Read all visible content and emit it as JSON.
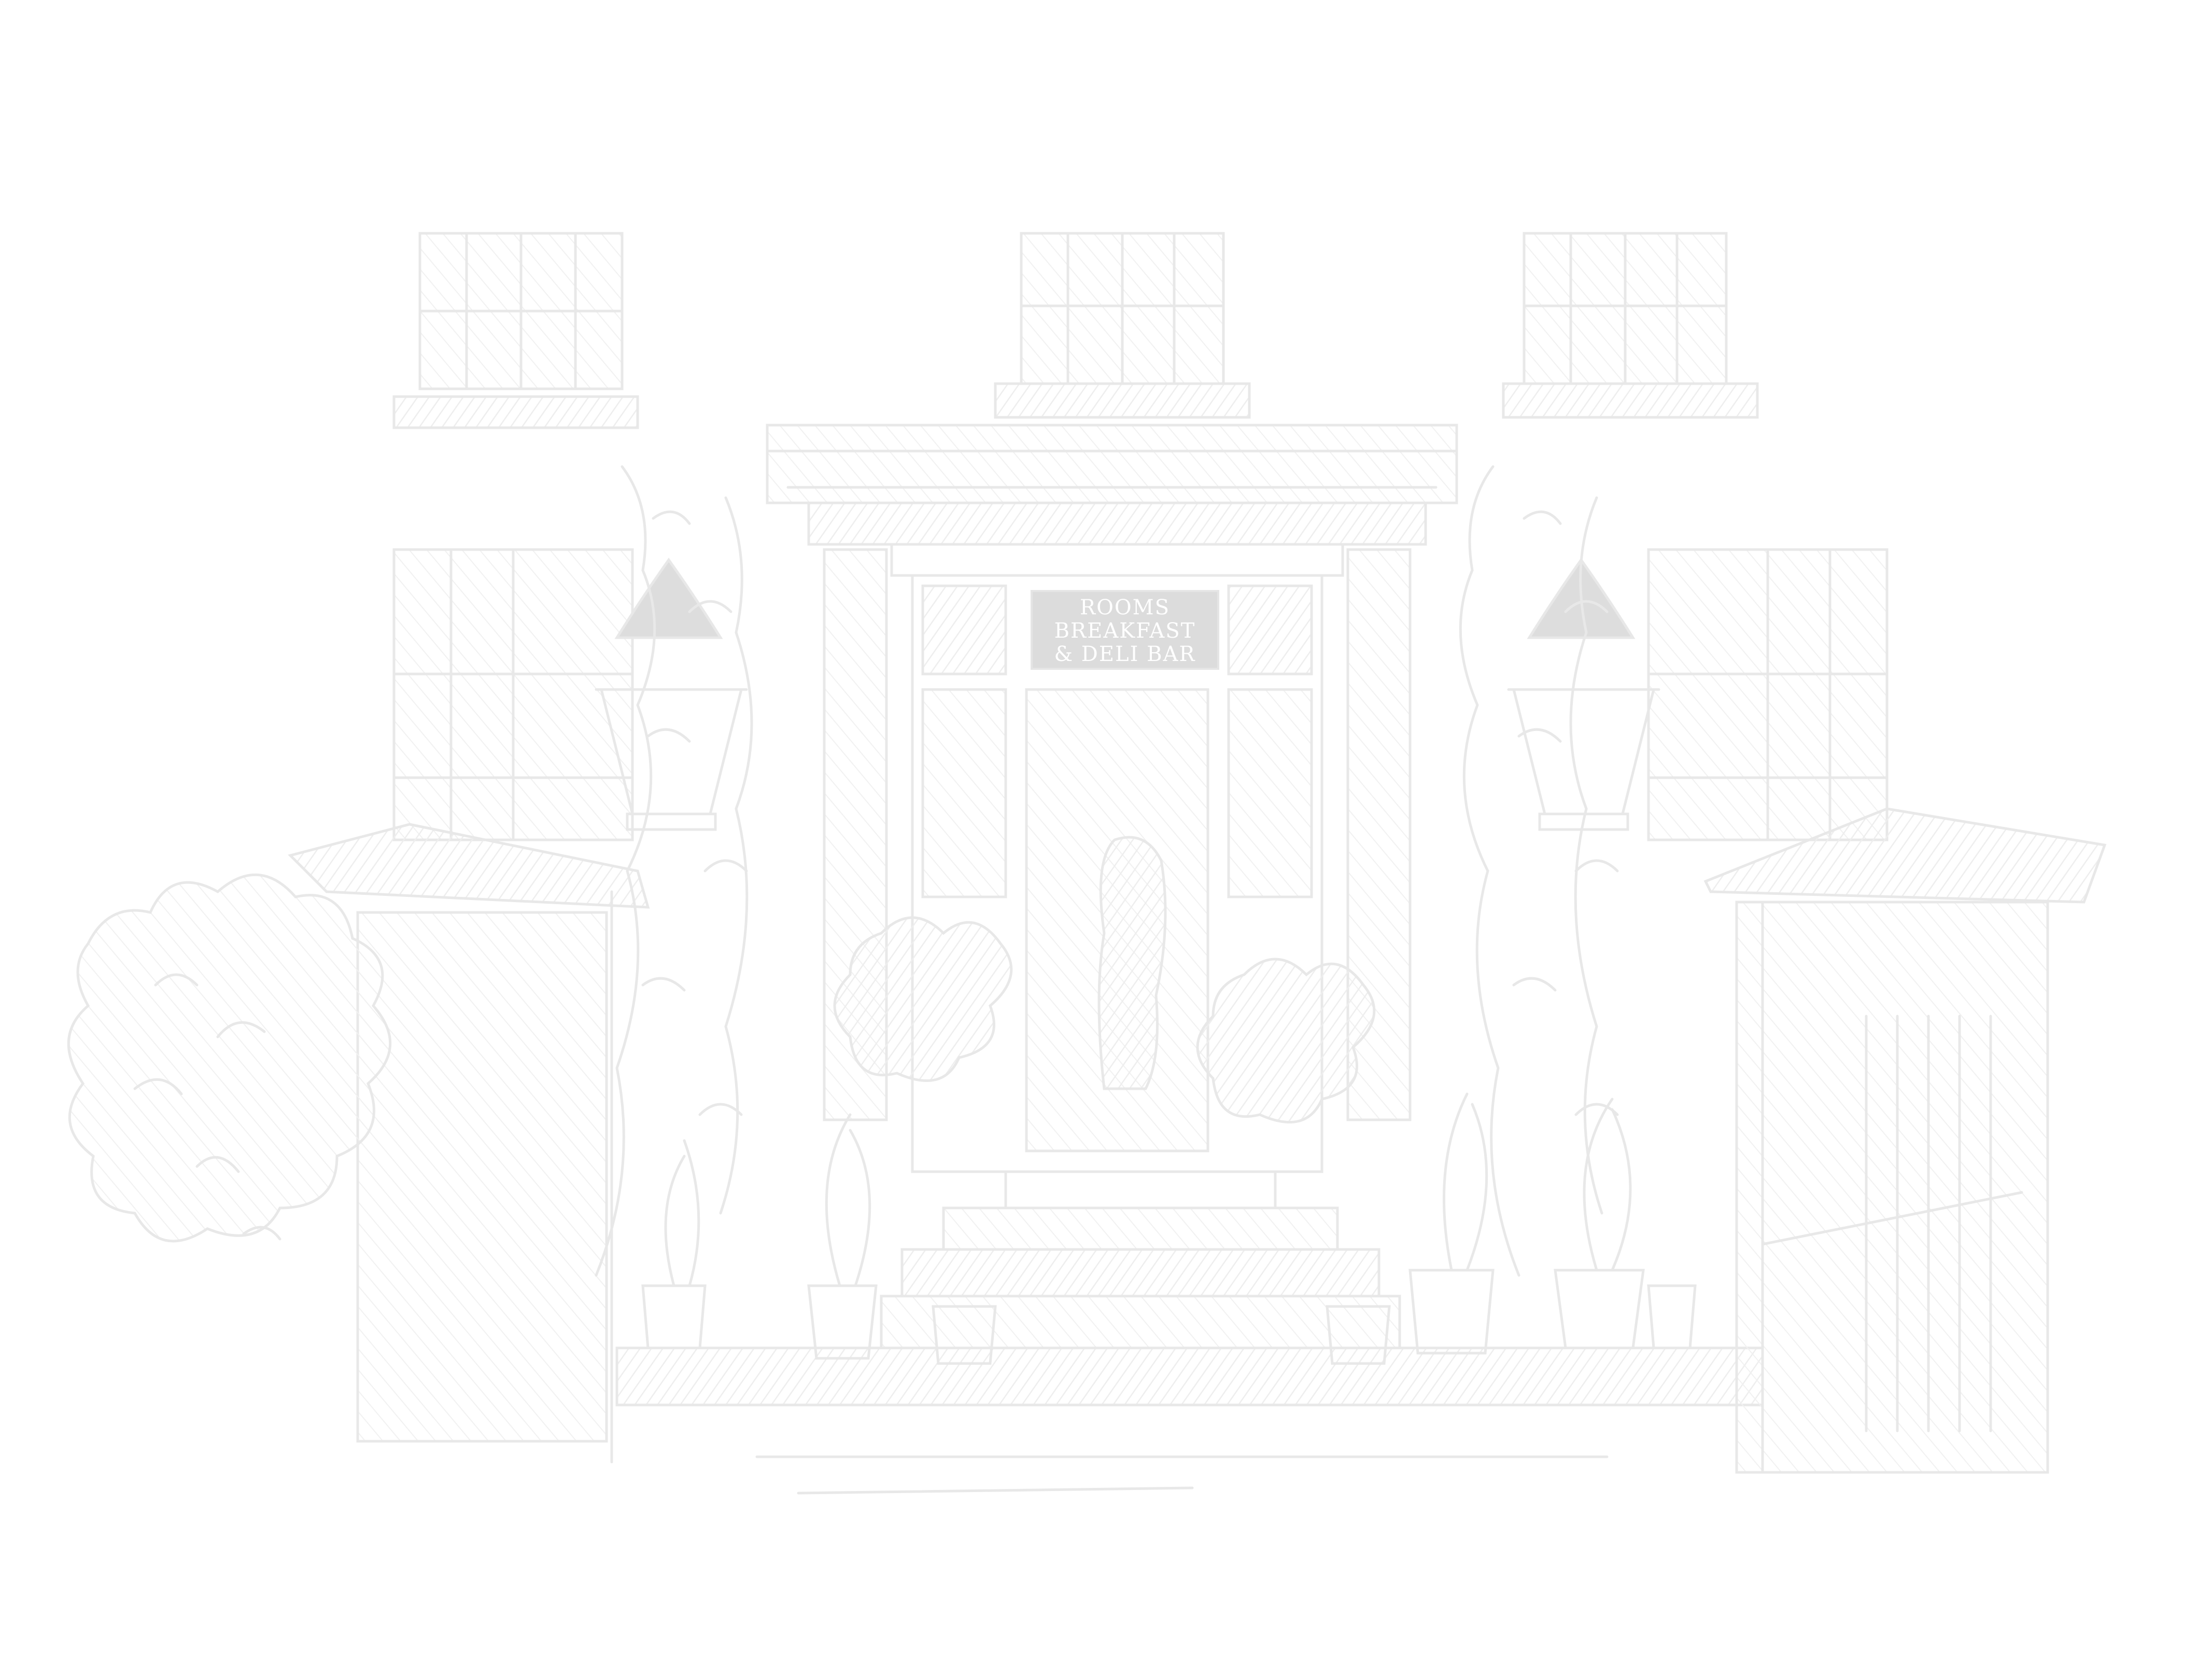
{
  "sign": {
    "line1": "ROOMS",
    "line2": "BREAKFAST",
    "line3": "& DELI BAR"
  },
  "colors": {
    "background": "#ffffff",
    "stroke": "#e9e9e9",
    "hatch": "#efefef",
    "sign_fill": "#d9d9d9"
  }
}
